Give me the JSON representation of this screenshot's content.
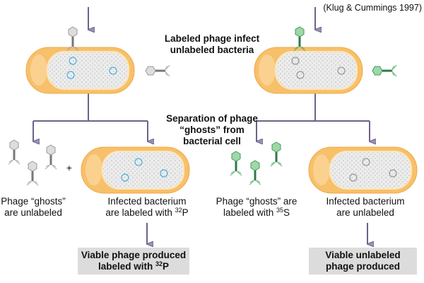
{
  "citation": "(Klug & Cummings 1997)",
  "step1": {
    "line1": "Labeled phage infect",
    "line2": "unlabeled bacteria"
  },
  "step2": {
    "line1": "Separation of phage",
    "line2": "“ghosts” from",
    "line3": "bacterial cell"
  },
  "left": {
    "ghosts": {
      "line1": "Phage “ghosts”",
      "line2": "are unlabeled"
    },
    "plus": "+",
    "bacterium": {
      "line1": "Infected bacterium",
      "line2": "are labeled with",
      "isotope_mass": "32",
      "isotope": "P"
    },
    "result": {
      "line1": "Viable phage produced",
      "line2": "labeled with",
      "isotope_mass": "32",
      "isotope": "P"
    }
  },
  "right": {
    "ghosts": {
      "line1": "Phage “ghosts” are",
      "line2": "labeled with",
      "isotope_mass": "35",
      "isotope": "S"
    },
    "bacterium": {
      "line1": "Infected bacterium",
      "line2": "are unlabeled"
    },
    "result": {
      "line1": "Viable unlabeled",
      "line2": "phage produced"
    }
  },
  "colors": {
    "arrow": "#7b7096",
    "cell": "#f7c06a",
    "dna": "#2aa6e0",
    "protein": "#3f9a5c",
    "box": "#dcdcdc"
  }
}
